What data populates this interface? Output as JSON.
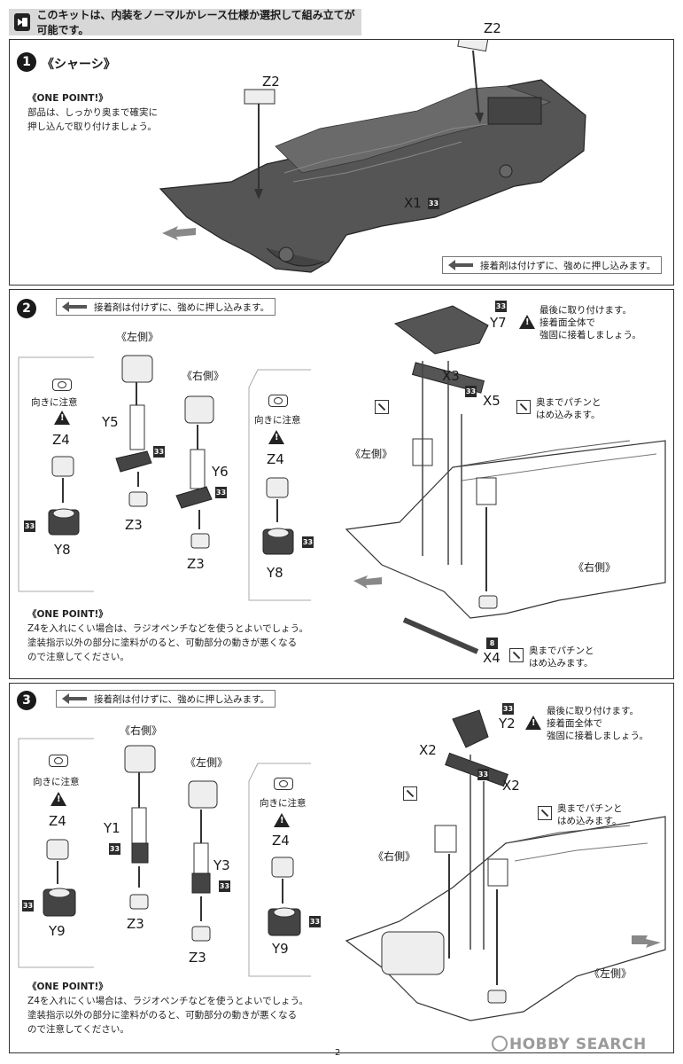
{
  "header": {
    "text": "このキットは、内装をノーマルかレース仕様か選択して組み立てが可能です。"
  },
  "step1": {
    "number": "1",
    "title": "《シャーシ》",
    "onepoint_title": "《ONE POINT!》",
    "onepoint_line1": "部品は、しっかり奥まで確実に",
    "onepoint_line2": "押し込んで取り付けましょう。",
    "part_z2_a": "Z2",
    "part_z2_b": "Z2",
    "part_x1": "X1",
    "badge_x1": "33",
    "note": "接着剤は付けずに、強めに押し込みます。"
  },
  "step2": {
    "number": "2",
    "note": "接着剤は付けずに、強めに押し込みます。",
    "left_side": "《左側》",
    "right_side": "《右側》",
    "orient_note_a": "向きに注意",
    "orient_note_b": "向きに注意",
    "part_z4_a": "Z4",
    "part_z4_b": "Z4",
    "part_y8_a": "Y8",
    "part_y8_b": "Y8",
    "part_y5": "Y5",
    "part_y6": "Y6",
    "part_z3_a": "Z3",
    "part_z3_b": "Z3",
    "badge_33": "33",
    "part_y7": "Y7",
    "y7_line1": "最後に取り付けます。",
    "y7_line2": "接着面全体で",
    "y7_line3": "強固に接着しましょう。",
    "part_x3": "X3",
    "part_x5": "X5",
    "snap_line1": "奥までパチンと",
    "snap_line2": "はめ込みます。",
    "assembly_left": "《左側》",
    "assembly_right": "《右側》",
    "part_x4": "X4",
    "badge_8": "8",
    "snap2_line1": "奥までパチンと",
    "snap2_line2": "はめ込みます。",
    "onepoint_title": "《ONE POINT!》",
    "onepoint_line1": "Z4を入れにくい場合は、ラジオペンチなどを使うとよいでしょう。",
    "onepoint_line2": "塗装指示以外の部分に塗料がのると、可動部分の動きが悪くなる",
    "onepoint_line3": "ので注意してください。"
  },
  "step3": {
    "number": "3",
    "note": "接着剤は付けずに、強めに押し込みます。",
    "right_side": "《右側》",
    "left_side": "《左側》",
    "orient_note_a": "向きに注意",
    "orient_note_b": "向きに注意",
    "part_z4_a": "Z4",
    "part_z4_b": "Z4",
    "part_y9_a": "Y9",
    "part_y9_b": "Y9",
    "part_y1": "Y1",
    "part_y3": "Y3",
    "part_z3_a": "Z3",
    "part_z3_b": "Z3",
    "badge_33": "33",
    "part_y2": "Y2",
    "y2_line1": "最後に取り付けます。",
    "y2_line2": "接着面全体で",
    "y2_line3": "強固に接着しましょう。",
    "part_x2_a": "X2",
    "part_x2_b": "X2",
    "snap_line1": "奥までパチンと",
    "snap_line2": "はめ込みます。",
    "assembly_right": "《右側》",
    "assembly_left": "《左側》",
    "onepoint_title": "《ONE POINT!》",
    "onepoint_line1": "Z4を入れにくい場合は、ラジオペンチなどを使うとよいでしょう。",
    "onepoint_line2": "塗装指示以外の部分に塗料がのると、可動部分の動きが悪くなる",
    "onepoint_line3": "ので注意してください。"
  },
  "footer": {
    "page_number": "2",
    "watermark": "HOBBY SEARCH"
  }
}
